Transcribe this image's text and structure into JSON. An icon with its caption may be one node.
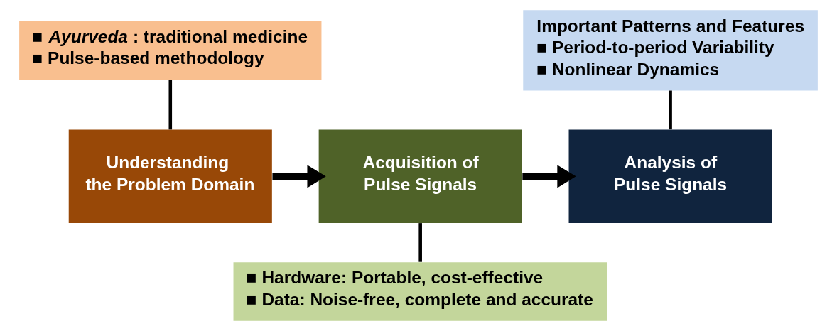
{
  "diagram": {
    "nodes": [
      {
        "text": [
          "■ *Ayurveda* : traditional medicine",
          "■ Pulse-based methodology"
        ]
      },
      {
        "text": [
          "Understanding  the Problem Domain"
        ]
      },
      {
        "text": [
          "Acquisition of Pulse Signals"
        ]
      },
      {
        "text": [
          "Analysis of Pulse Signals"
        ]
      },
      {
        "text": [
          "Important Patterns and Features",
          "■ Period-to-period Variability",
          "■ Nonlinear Dynamics"
        ]
      },
      {
        "text": [
          "■ Hardware: Portable, cost-effective",
          "■ Data: Noise-free, complete and accurate"
        ]
      }
    ],
    "edges": [
      {
        "from": 0,
        "to": 1,
        "arrow": "none"
      },
      {
        "from": 1,
        "to": 2,
        "arrow": "to",
        "style": "thick"
      },
      {
        "from": 2,
        "to": 3,
        "arrow": "to",
        "style": "thick"
      },
      {
        "from": 4,
        "to": 3,
        "arrow": "none"
      },
      {
        "from": 2,
        "to": 5,
        "arrow": "none"
      }
    ]
  }
}
